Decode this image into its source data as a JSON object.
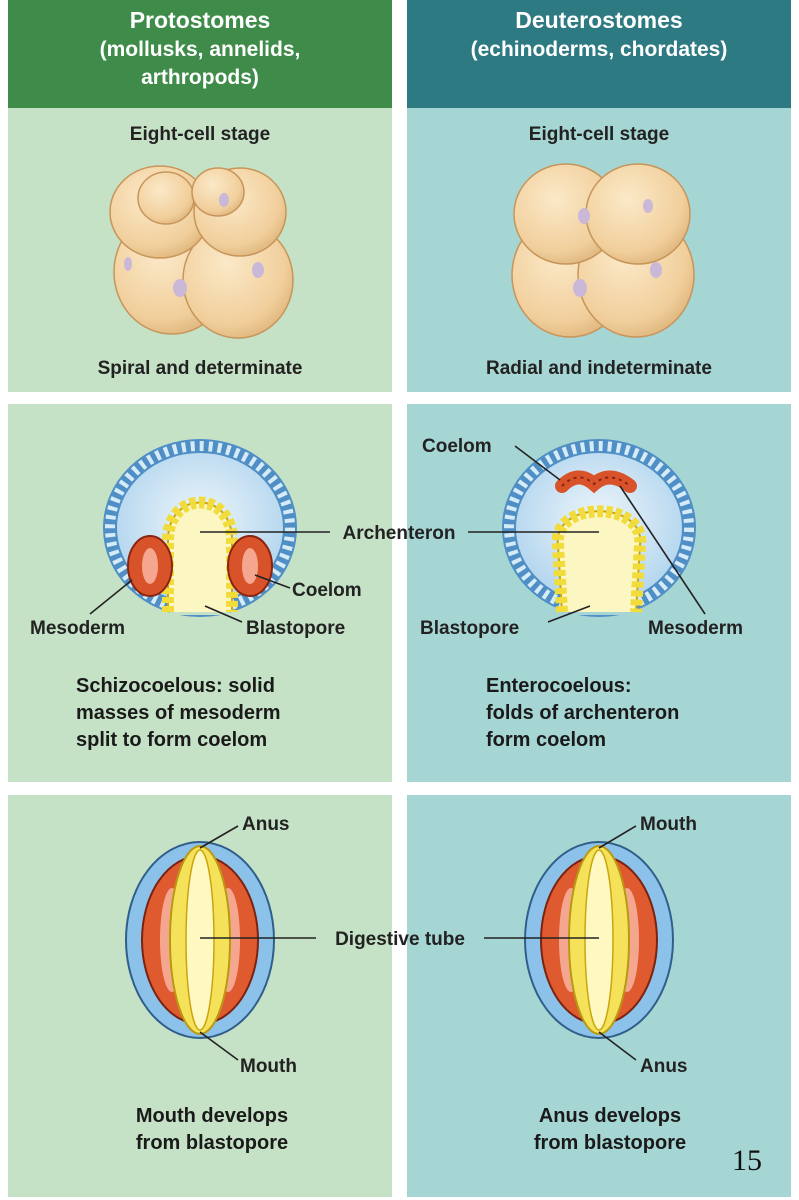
{
  "colors": {
    "proto_header": "#3f8c4a",
    "deutero_header": "#2e7a82",
    "proto_panel": "#c6e2c6",
    "deutero_panel": "#a6d6d4",
    "ectoderm": "#7fb4e0",
    "mesoderm": "#d9532a",
    "endoderm": "#f2dc3c",
    "cell": "#f3d3a3"
  },
  "columns": {
    "protostomes": {
      "title": "Protostomes",
      "subtitle_1": "(mollusks, annelids,",
      "subtitle_2": "arthropods)",
      "cleavage": {
        "stage_label": "Eight-cell stage",
        "caption": "Spiral and determinate"
      },
      "coelom": {
        "labels": {
          "coelom": "Coelom",
          "mesoderm": "Mesoderm",
          "blastopore": "Blastopore"
        },
        "caption_1": "Schizocoelous: solid",
        "caption_2": "masses of mesoderm",
        "caption_3": "split to form coelom"
      },
      "fate": {
        "top_label": "Anus",
        "bottom_label": "Mouth",
        "caption_1": "Mouth develops",
        "caption_2": "from blastopore"
      }
    },
    "deuterostomes": {
      "title": "Deuterostomes",
      "subtitle_1": "(echinoderms, chordates)",
      "cleavage": {
        "stage_label": "Eight-cell stage",
        "caption": "Radial and indeterminate"
      },
      "coelom": {
        "labels": {
          "coelom": "Coelom",
          "mesoderm": "Mesoderm",
          "blastopore": "Blastopore"
        },
        "caption_1": "Enterocoelous:",
        "caption_2": "folds of archenteron",
        "caption_3": "form coelom"
      },
      "fate": {
        "top_label": "Mouth",
        "bottom_label": "Anus",
        "caption_1": "Anus develops",
        "caption_2": "from blastopore"
      }
    }
  },
  "shared_labels": {
    "archenteron": "Archenteron",
    "digestive_tube": "Digestive tube"
  },
  "page_number": "15"
}
